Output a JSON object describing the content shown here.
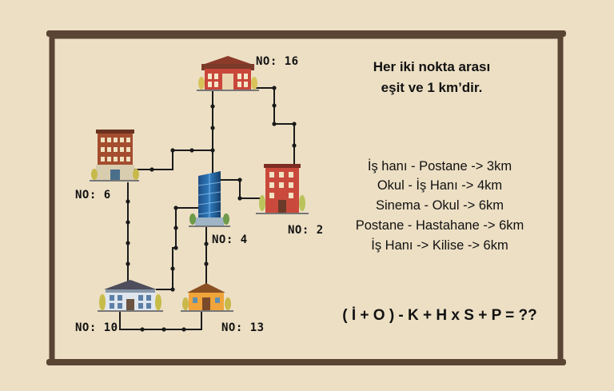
{
  "header": {
    "line1": "Her iki nokta arası",
    "line2": "eşit ve 1 km’dir."
  },
  "clues": [
    "İş hanı - Postane -> 3km",
    "Okul - İş Hanı -> 4km",
    "Sinema - Okul -> 6km",
    "Postane - Hastahane -> 6km",
    "İş Hanı -> Kilise -> 6km"
  ],
  "equation": "( İ + O ) - K + H x S + P = ??",
  "buildings": [
    {
      "label": "NO: 16",
      "icon": "red-brick-townhall-icon"
    },
    {
      "label": "NO: 6",
      "icon": "brown-apartment-icon"
    },
    {
      "label": "NO: 4",
      "icon": "glass-tower-icon"
    },
    {
      "label": "NO: 2",
      "icon": "red-apartment-icon"
    },
    {
      "label": "NO: 10",
      "icon": "blue-mansion-icon"
    },
    {
      "label": "NO: 13",
      "icon": "orange-house-icon"
    }
  ],
  "colors": {
    "frame": "#5a4433",
    "board": "#ecdfc4",
    "path": "#1a1a1a"
  }
}
